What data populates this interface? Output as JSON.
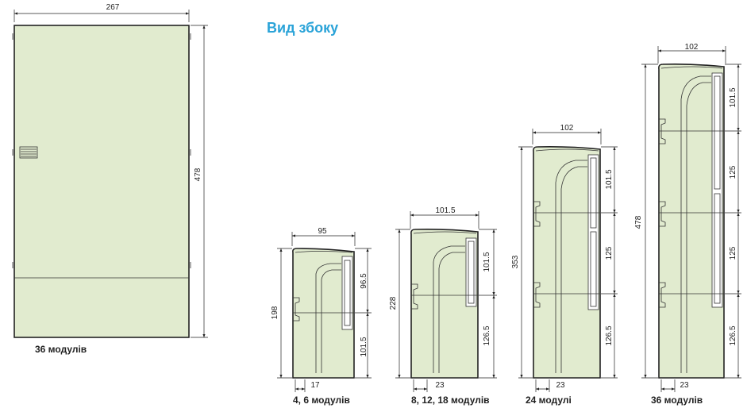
{
  "title": "Вид збоку",
  "front": {
    "caption": "36 модулів",
    "width_label": "267",
    "height_label": "478"
  },
  "side_views": [
    {
      "caption": "4, 6 модулів",
      "width": "95",
      "height": "198",
      "upper": "96.5",
      "lower": "101.5",
      "bottom": "17"
    },
    {
      "caption": "8, 12, 18 модулів",
      "width": "101.5",
      "height": "228",
      "upper": "101.5",
      "lower": "126.5",
      "bottom": "23"
    },
    {
      "caption": "24 модулі",
      "width": "102",
      "height": "353",
      "upper": "101.5",
      "middle": "125",
      "lower": "126.5",
      "bottom": "23"
    },
    {
      "caption": "36 модулів",
      "width": "102",
      "height": "478",
      "upper": "101.5",
      "middle1": "125",
      "middle2": "125",
      "lower": "126.5",
      "bottom": "23"
    }
  ]
}
